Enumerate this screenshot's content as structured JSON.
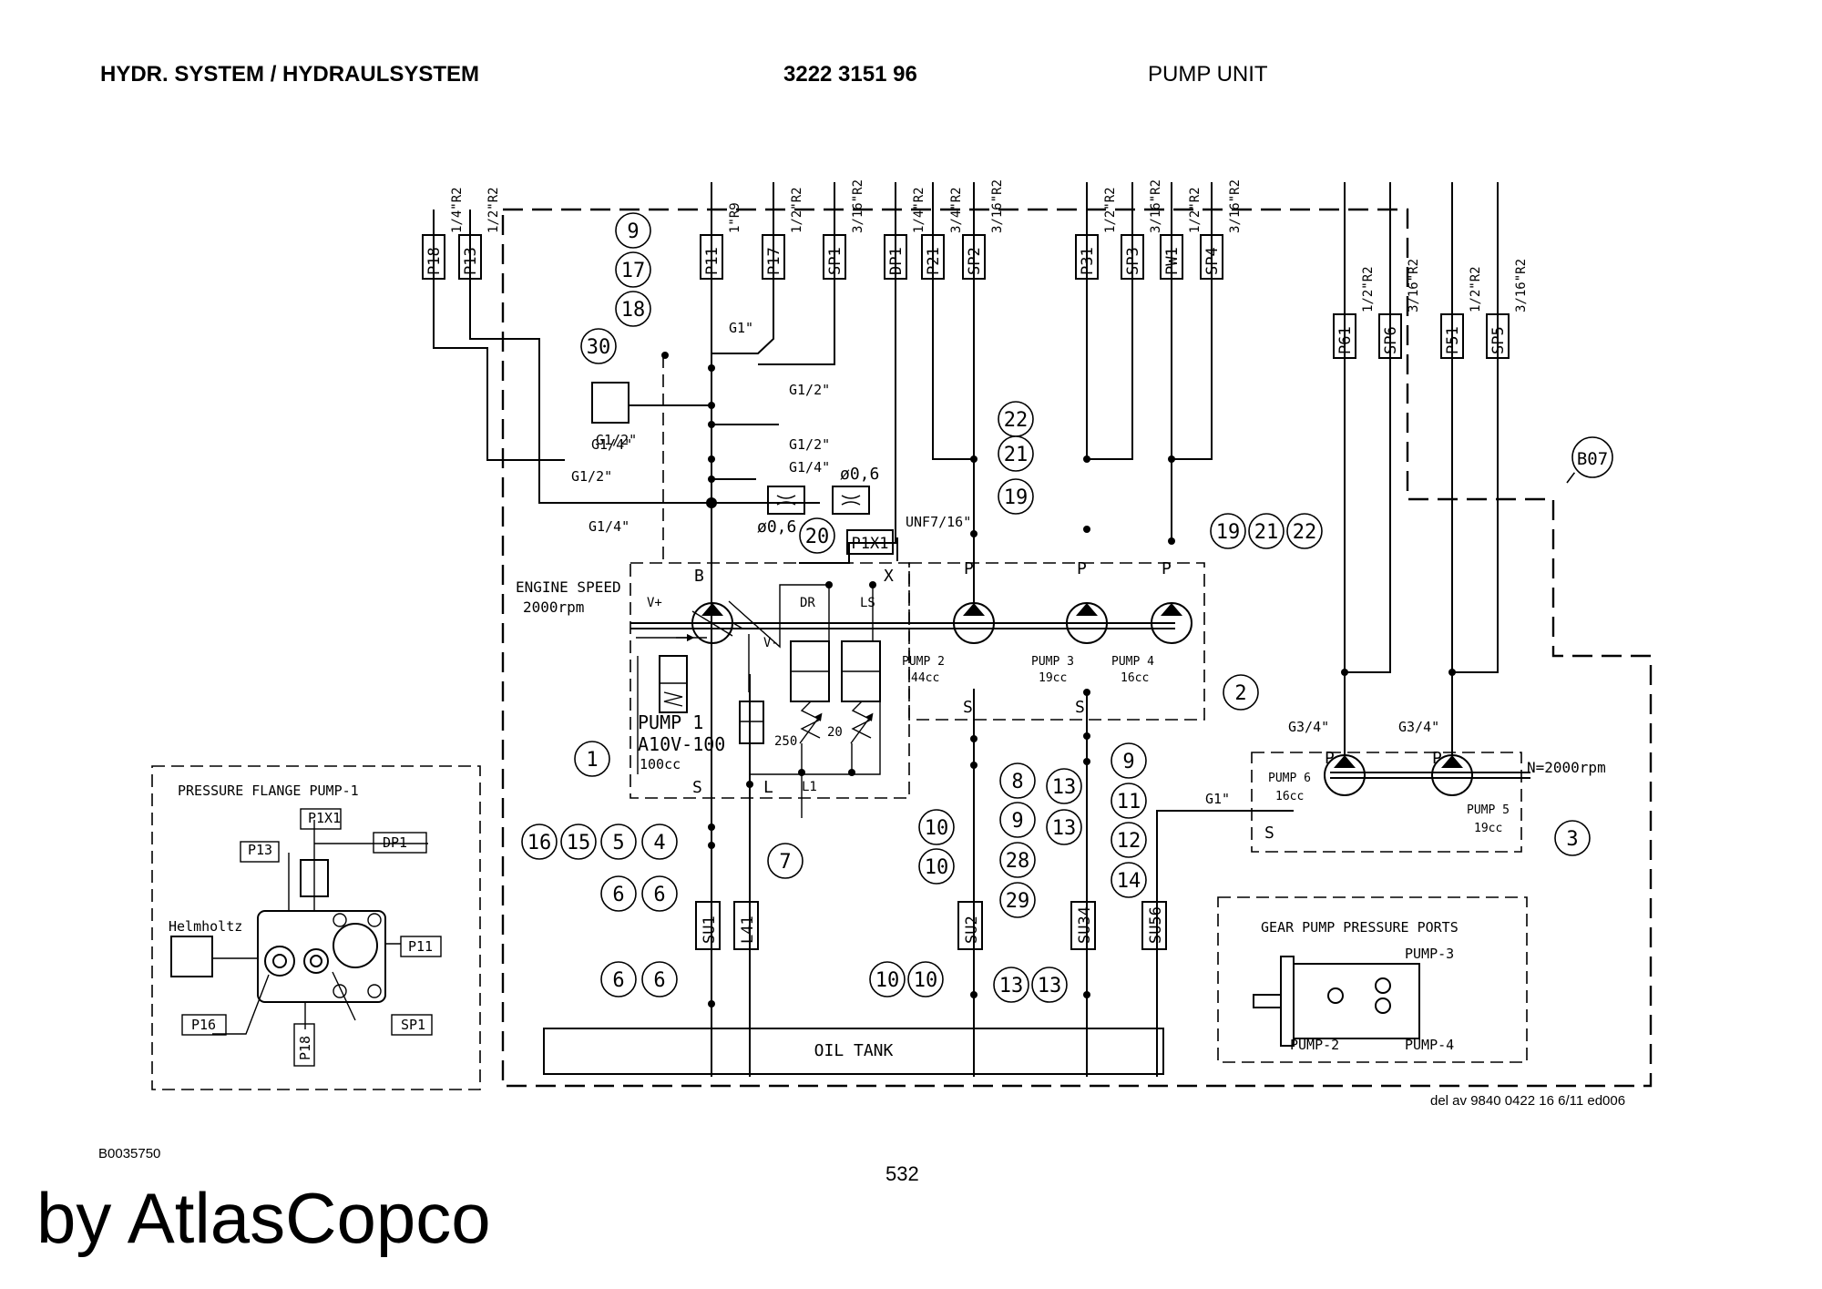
{
  "header": {
    "title": "HYDR. SYSTEM / HYDRAULSYSTEM",
    "part_number": "3222 3151 96",
    "unit": "PUMP UNIT"
  },
  "footer": {
    "reference": "del av 9840 0422 16 6/11 ed006",
    "drawing_code": "B0035750",
    "page_number": "532",
    "brand": "by AtlasCopco"
  },
  "ports_top": [
    {
      "name": "P18",
      "size": "1/4\"R2"
    },
    {
      "name": "P13",
      "size": "1/2\"R2"
    },
    {
      "name": "P11",
      "size": "1\"R9"
    },
    {
      "name": "P17",
      "size": "1/2\"R2"
    },
    {
      "name": "SP1",
      "size": "3/16\"R2"
    },
    {
      "name": "DP1",
      "size": "1/4\"R2"
    },
    {
      "name": "P21",
      "size": "3/4\"R2"
    },
    {
      "name": "SP2",
      "size": "3/16\"R2"
    },
    {
      "name": "P31",
      "size": "1/2\"R2"
    },
    {
      "name": "SP3",
      "size": "3/16\"R2"
    },
    {
      "name": "PW1",
      "size": "1/2\"R2"
    },
    {
      "name": "SP4",
      "size": "3/16\"R2"
    },
    {
      "name": "P61",
      "size": "1/2\"R2"
    },
    {
      "name": "SP6",
      "size": "3/16\"R2"
    },
    {
      "name": "P51",
      "size": "1/2\"R2"
    },
    {
      "name": "SP5",
      "size": "3/16\"R2"
    }
  ],
  "suction_ports": [
    "SU1",
    "L41",
    "SU2",
    "SU34",
    "SU56"
  ],
  "fittings": [
    "G1\"",
    "G1/2\"",
    "G1/4\"",
    "G1/2\"",
    "G1/4\"",
    "G1/2\"",
    "G1/2\"",
    "G1/4\"",
    "UNF7/16\"",
    "G3/4\"",
    "G3/4\"",
    "G1\""
  ],
  "orifices": [
    "ø0,6",
    "ø0,6"
  ],
  "ports_misc": [
    "P1X1",
    "B07"
  ],
  "pump_letters": [
    "B",
    "X",
    "P",
    "P",
    "P",
    "S",
    "S",
    "S",
    "L",
    "L1",
    "P",
    "P",
    "S",
    "DR",
    "LS",
    "V+",
    "V-"
  ],
  "pump1": {
    "name": "PUMP 1",
    "model": "A10V-100",
    "displacement": "100cc",
    "setting_dr": "250",
    "setting_ls": "20"
  },
  "pump2": {
    "name": "PUMP 2",
    "displacement": "44cc"
  },
  "pump3": {
    "name": "PUMP 3",
    "displacement": "19cc"
  },
  "pump4": {
    "name": "PUMP 4",
    "displacement": "16cc"
  },
  "pump5": {
    "name": "PUMP 5",
    "displacement": "19cc"
  },
  "pump6": {
    "name": "PUMP 6",
    "displacement": "16cc"
  },
  "engine_speed": {
    "label": "ENGINE SPEED",
    "value": "2000rpm"
  },
  "gear_speed": "N=2000rpm",
  "oil_tank": "OIL TANK",
  "flange_inset": {
    "title": "PRESSURE FLANGE PUMP-1",
    "labels": [
      "P1X1",
      "P13",
      "DP1",
      "Helmholtz",
      "P11",
      "P16",
      "SP1",
      "P18"
    ]
  },
  "gear_inset": {
    "title": "GEAR PUMP PRESSURE PORTS",
    "labels": [
      "PUMP-3",
      "PUMP-2",
      "PUMP-4"
    ]
  },
  "callouts": [
    "9",
    "17",
    "18",
    "30",
    "20",
    "22",
    "21",
    "19",
    "19",
    "21",
    "22",
    "1",
    "2",
    "16",
    "15",
    "5",
    "4",
    "6",
    "6",
    "7",
    "8",
    "9",
    "28",
    "29",
    "10",
    "10",
    "13",
    "13",
    "9",
    "11",
    "12",
    "14",
    "6",
    "6",
    "10",
    "10",
    "13",
    "13",
    "3",
    "B07"
  ]
}
